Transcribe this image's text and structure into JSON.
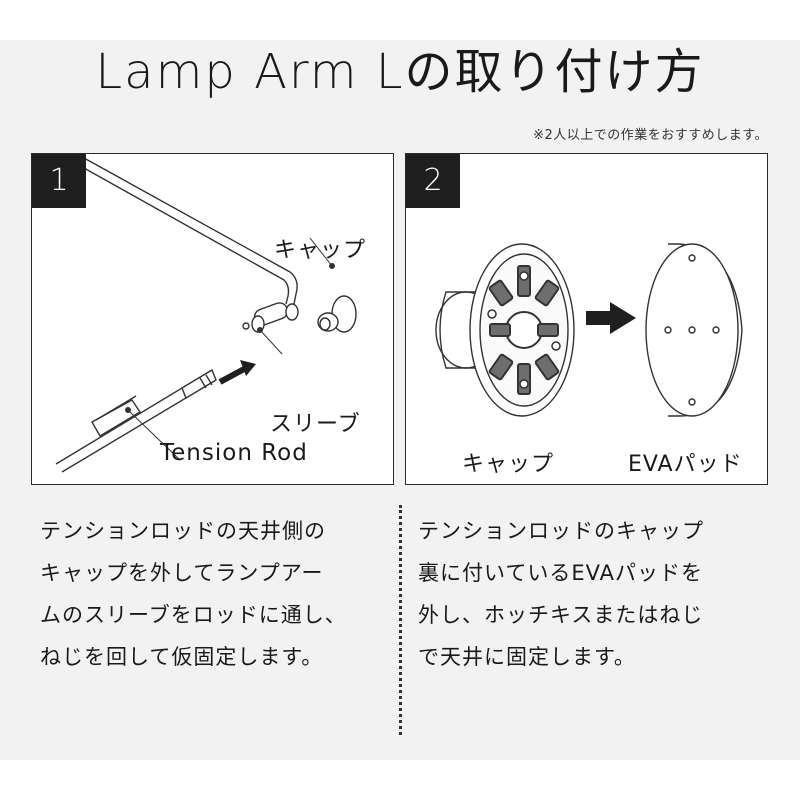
{
  "title": "Lamp Arm Lの取り付け方",
  "note": "※2人以上での作業をおすすめします。",
  "steps": [
    {
      "number": "1",
      "labels": {
        "cap": "キャップ",
        "sleeve": "スリーブ",
        "rod": "Tension Rod"
      },
      "description": [
        "テンションロッドの天井側の",
        "キャップを外してランプアー",
        "ムのスリーブをロッドに通し、",
        "ねじを回して仮固定します。"
      ]
    },
    {
      "number": "2",
      "labels": {
        "cap": "キャップ",
        "pad": "EVAパッド"
      },
      "description": [
        "テンションロッドのキャップ",
        "裏に付いているEVAパッドを",
        "外し、ホッチキスまたはねじ",
        "で天井に固定します。"
      ]
    }
  ],
  "colors": {
    "background": "#f2f2f2",
    "panel": "#ffffff",
    "badge": "#1f1f1f",
    "text": "#1a1a1a"
  }
}
